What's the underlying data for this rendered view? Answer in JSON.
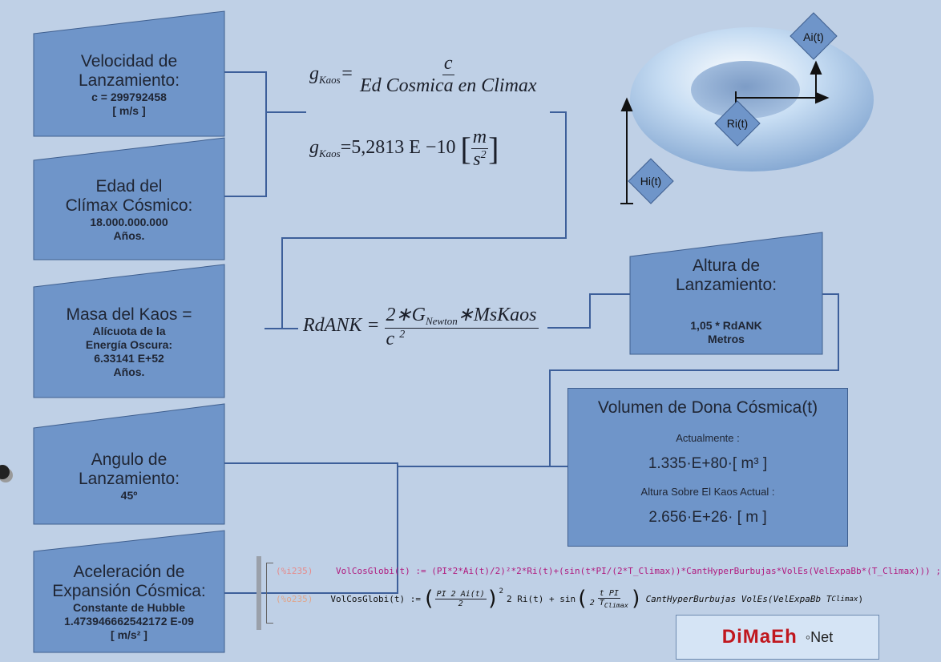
{
  "cards": {
    "velocidad": {
      "title": [
        "Velocidad de",
        "Lanzamiento:"
      ],
      "details": [
        "c = 299792458",
        "[ m/s ]"
      ]
    },
    "edad": {
      "title": [
        "Edad del",
        "Clímax Cósmico:"
      ],
      "details": [
        "18.000.000.000",
        "Años."
      ]
    },
    "masa": {
      "title": [
        "Masa del Kaos ="
      ],
      "details": [
        "Alícuota de la",
        "Energía Oscura:",
        "6.33141 E+52",
        "Años."
      ]
    },
    "angulo": {
      "title": [
        "Angulo de",
        "Lanzamiento:"
      ],
      "details": [
        "45º"
      ]
    },
    "aceleracion": {
      "title": [
        "Aceleración de",
        "Expansión Cósmica:"
      ],
      "details": [
        "Constante de Hubble",
        "1.473946662542172 E-09",
        "[ m/s² ]"
      ]
    },
    "altura": {
      "title": [
        "Altura de",
        "Lanzamiento:"
      ],
      "details": [
        "1,05 * RdANK",
        "Metros"
      ]
    }
  },
  "equations": {
    "eq1": {
      "lhs": "g",
      "sub": "Kaos",
      "eq": "=",
      "num": "c",
      "den": "Ed Cosmica en Climax"
    },
    "eq2": {
      "lhs": "g",
      "sub": "Kaos",
      "value": "=5,2813 E −10",
      "unit_num": "m",
      "unit_den": "s",
      "unit_den_exp": "2"
    },
    "eq3": {
      "lhs": "RdANK =",
      "num": "2∗G",
      "num_sub": "Newton",
      "num_tail": "∗MsKaos",
      "den": "c",
      "den_exp": "2"
    }
  },
  "volumen": {
    "title": "Volumen de Dona Cósmica(t)",
    "label1": "Actualmente :",
    "value1": "1.335·E+80·[ m³ ]",
    "label2": "Altura Sobre El Kaos Actual :",
    "value2": "2.656·E+26· [ m ]"
  },
  "torus": {
    "labels": {
      "ai": "Ai(t)",
      "ri": "Ri(t)",
      "hi": "Hi(t)"
    }
  },
  "maxima": {
    "input_tag": "(%i235)",
    "input_code": "VolCosGlobi(t) := (PI*2*Ai(t)/2)²*2*Ri(t)+(sin(t*PI/(2*T_Climax))*CantHyperBurbujas*VolEs(VelExpaBb*(T_Climax))) ;",
    "output_tag": "(%o235)",
    "output_lhs": "VolCosGlobi(t) :=",
    "output_frac_num": "PI 2 Ai(t)",
    "output_frac_den": "2",
    "output_exp": "2",
    "output_mid": "2 Ri(t) + sin",
    "output_sin_num": "t PI",
    "output_sin_den": "2 T",
    "output_sin_den_sub": "Climax",
    "output_tail": "CantHyperBurbujas VolEs(VelExpaBb T",
    "output_tail_sub": "Climax",
    "output_close": ")"
  },
  "logo": {
    "brand": "DiMaEh",
    "suffix": "◦Net"
  },
  "colors": {
    "card_fill": "#6f95c9",
    "card_stroke": "#3f5f8f",
    "wire": "#3d5f9a",
    "background": "#bfd0e6",
    "logo_red": "#c0171e"
  }
}
